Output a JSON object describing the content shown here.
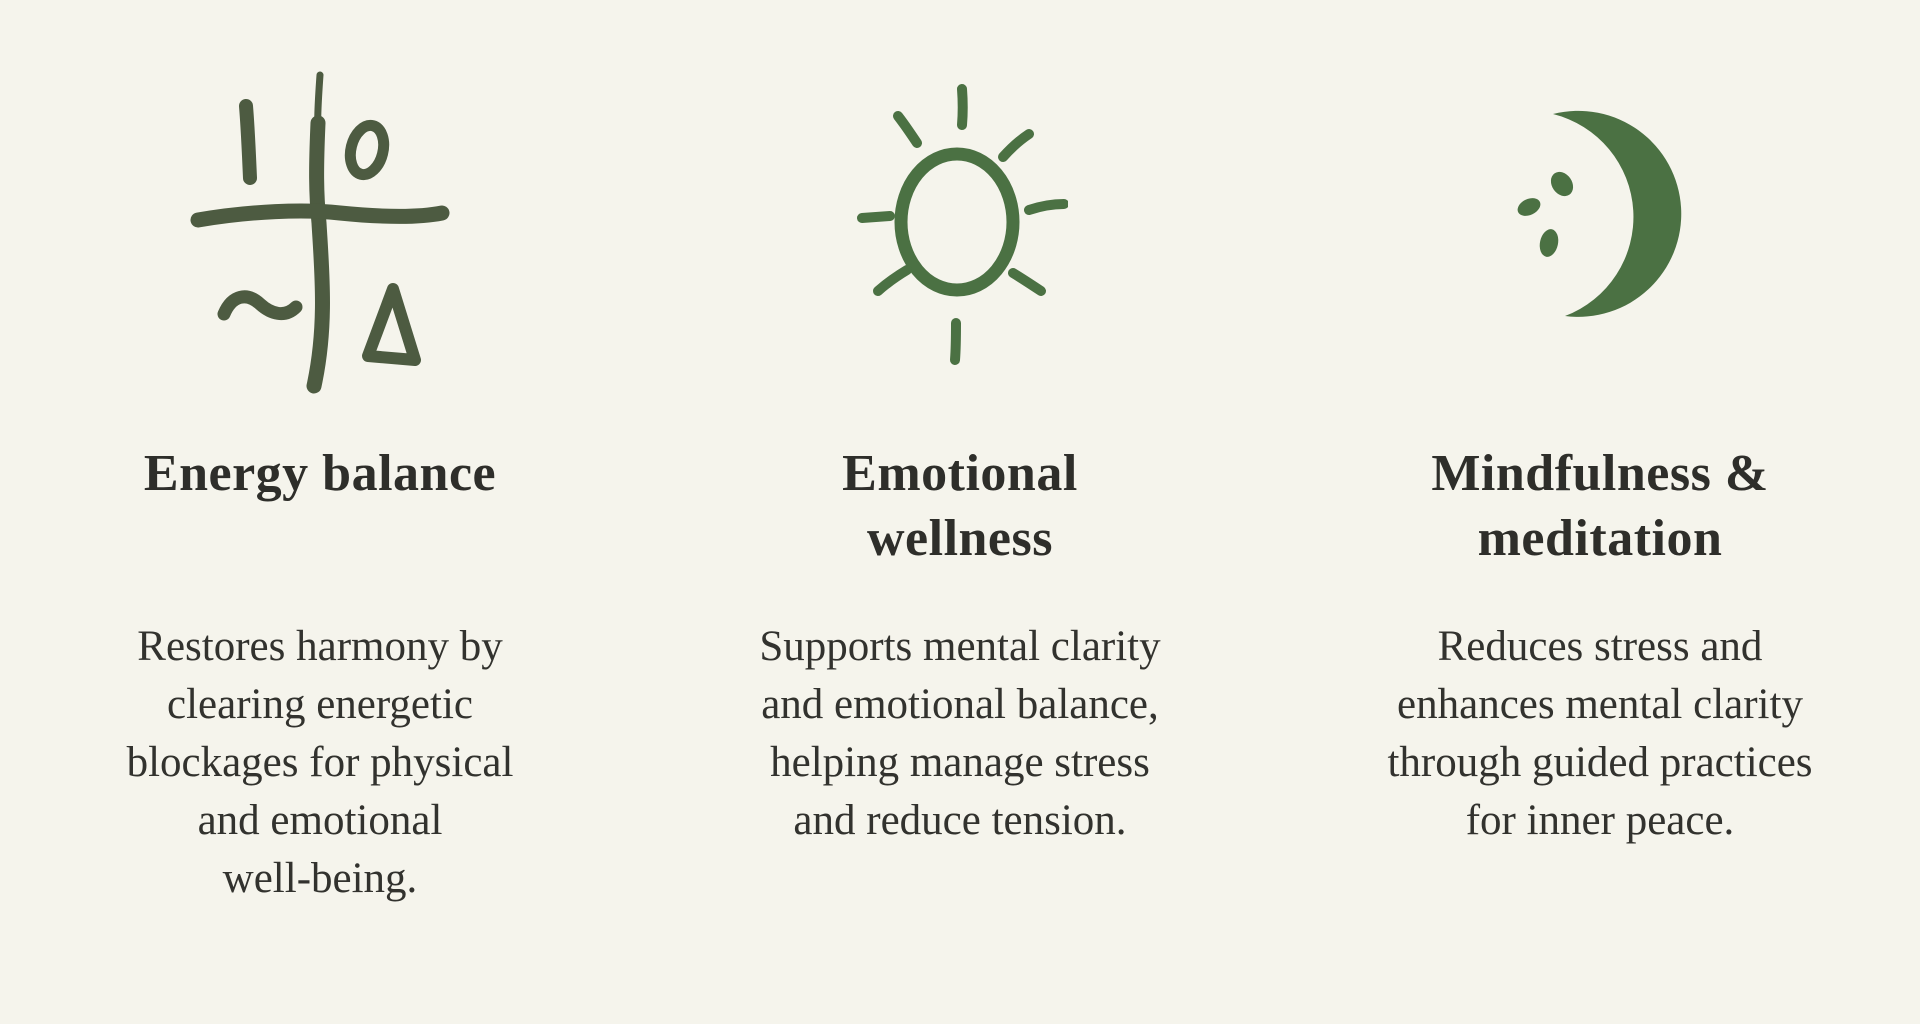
{
  "colors": {
    "background": "#f5f4ec",
    "heading_text": "#2e2e2a",
    "body_text": "#32322e",
    "icon_olive": "#4d5b41",
    "icon_green": "#4b7143"
  },
  "features": [
    {
      "icon": "energy-balance-symbol-icon",
      "title": "Energy balance",
      "description": "Restores harmony by\nclearing energetic\nblockages for physical\nand emotional\nwell-being."
    },
    {
      "icon": "sun-icon",
      "title": "Emotional\nwellness",
      "description": "Supports mental clarity\nand emotional balance,\nhelping manage stress\nand reduce tension."
    },
    {
      "icon": "crescent-moon-icon",
      "title": "Mindfulness &\nmeditation",
      "description": "Reduces stress and\nenhances mental clarity\nthrough guided practices\nfor inner peace."
    }
  ]
}
